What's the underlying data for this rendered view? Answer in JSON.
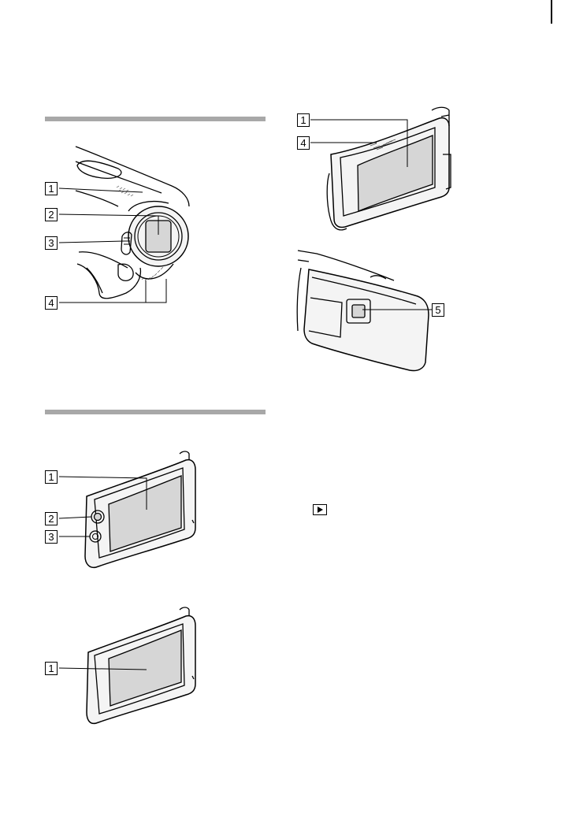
{
  "document": {
    "type": "camcorder parts identification page",
    "sections": 2
  },
  "figures": {
    "camera_front": {
      "callouts": [
        "1",
        "2",
        "3",
        "4"
      ],
      "icons": [
        "speaker-grille",
        "lens",
        "lens-cover-switch",
        "microphone"
      ]
    },
    "lcd_panel_back": {
      "callouts": [
        "1",
        "4"
      ]
    },
    "lcd_panel_closed": {
      "callouts": [
        "5"
      ]
    },
    "lcd_panel_buttons": {
      "callouts": [
        "1",
        "2",
        "3"
      ]
    },
    "lcd_panel_plain": {
      "callouts": [
        "1"
      ]
    }
  },
  "inline_icons": {
    "playback": "play-button-icon"
  }
}
